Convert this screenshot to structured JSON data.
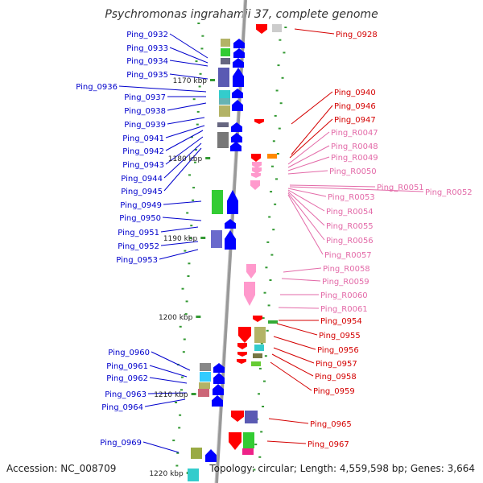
{
  "header": {
    "title": "Psychromonas ingrahamii 37, complete genome"
  },
  "footer": {
    "accession": "Accession: NC_008709",
    "topology": "Topology: circular; Length: 4,559,598 bp; Genes: 3,664"
  },
  "colors": {
    "left_label": "#0000cc",
    "right_label": "#d40000",
    "rna_label": "#e36aa8",
    "backbone": "#999999",
    "tick": "#339933",
    "forward_arrow": "#0000ff",
    "reverse_arrow": "#ff0000",
    "rna_feature": "#ff99cc"
  },
  "scale": [
    "1170 kbp",
    "1180 kbp",
    "1190 kbp",
    "1200 kbp",
    "1210 kbp",
    "1220 kbp"
  ],
  "labels_left": [
    "Ping_0932",
    "Ping_0933",
    "Ping_0934",
    "Ping_0935",
    "Ping_0936",
    "Ping_0937",
    "Ping_0938",
    "Ping_0939",
    "Ping_0941",
    "Ping_0942",
    "Ping_0943",
    "Ping_0944",
    "Ping_0945",
    "Ping_0949",
    "Ping_0950",
    "Ping_0951",
    "Ping_0952",
    "Ping_0953",
    "Ping_0960",
    "Ping_0961",
    "Ping_0962",
    "Ping_0963",
    "Ping_0964",
    "Ping_0969"
  ],
  "labels_right": [
    "Ping_0928",
    "Ping_0940",
    "Ping_0946",
    "Ping_0947",
    "Ping_R0047",
    "Ping_R0048",
    "Ping_R0049",
    "Ping_R0050",
    "Ping_R0051",
    "Ping_R0052",
    "Ping_R0053",
    "Ping_R0054",
    "Ping_R0055",
    "Ping_R0056",
    "Ping_R0057",
    "Ping_R0058",
    "Ping_R0059",
    "Ping_R0060",
    "Ping_R0061",
    "Ping_0954",
    "Ping_0955",
    "Ping_0956",
    "Ping_0957",
    "Ping_0958",
    "Ping_0959",
    "Ping_0965",
    "Ping_0967"
  ]
}
